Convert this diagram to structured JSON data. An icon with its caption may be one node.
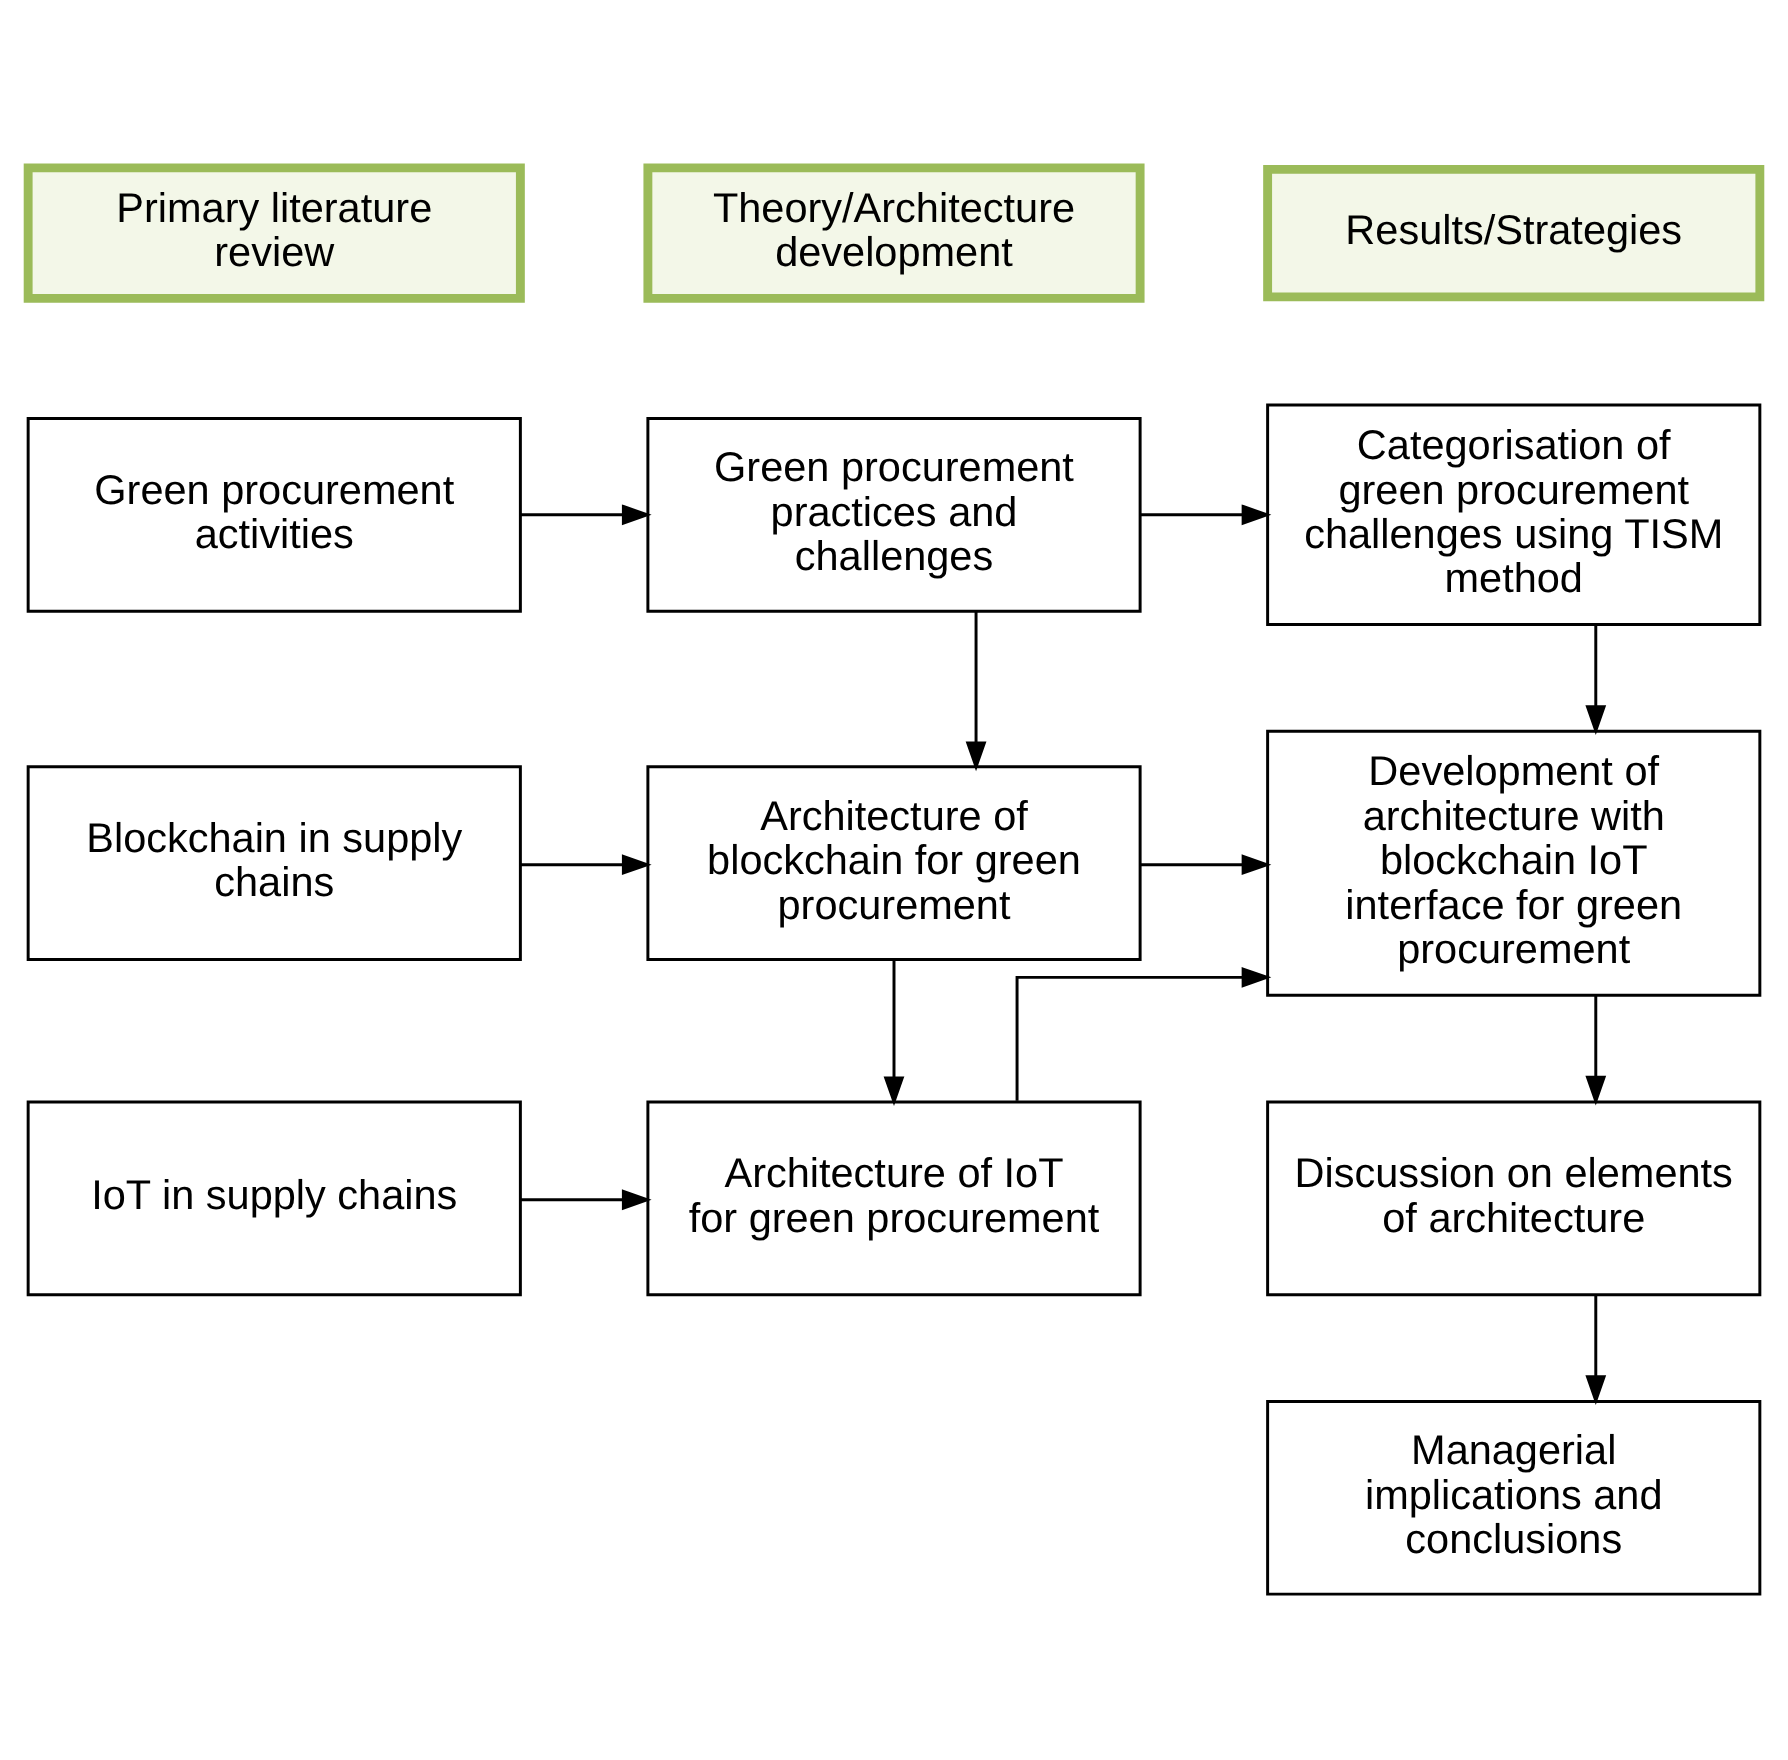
{
  "diagram": {
    "nodes": [
      {
        "text": [
          "Primary literature review"
        ]
      },
      {
        "text": [
          "Theory/Architecture development"
        ]
      },
      {
        "text": [
          "Results/Strategies"
        ]
      },
      {
        "text": [
          "Green procurement activities"
        ]
      },
      {
        "text": [
          "Green procurement practices and challenges"
        ]
      },
      {
        "text": [
          "Categorisation of green procurement challenges using TISM method"
        ]
      },
      {
        "text": [
          "Blockchain in supply chains"
        ]
      },
      {
        "text": [
          "Architecture of blockchain for green procurement"
        ]
      },
      {
        "text": [
          "Development of architecture with blockchain IoT interface for green procurement"
        ]
      },
      {
        "text": [
          "IoT in supply chains"
        ]
      },
      {
        "text": [
          "Architecture of IoT for green procurement"
        ]
      },
      {
        "text": [
          "Discussion on elements of architecture"
        ]
      },
      {
        "text": [
          "Managerial implications and conclusions"
        ]
      }
    ],
    "edges": [
      {
        "from": 3,
        "to": 4,
        "arrow": "to"
      },
      {
        "from": 4,
        "to": 5,
        "arrow": "to"
      },
      {
        "from": 4,
        "to": 7,
        "arrow": "to"
      },
      {
        "from": 5,
        "to": 8,
        "arrow": "to"
      },
      {
        "from": 6,
        "to": 7,
        "arrow": "to"
      },
      {
        "from": 7,
        "to": 10,
        "arrow": "to"
      },
      {
        "from": 7,
        "to": 8,
        "arrow": "to"
      },
      {
        "from": 10,
        "to": 8,
        "arrow": "to"
      },
      {
        "from": 9,
        "to": 10,
        "arrow": "to"
      },
      {
        "from": 8,
        "to": 11,
        "arrow": "to"
      },
      {
        "from": 11,
        "to": 12,
        "arrow": "to"
      }
    ]
  }
}
